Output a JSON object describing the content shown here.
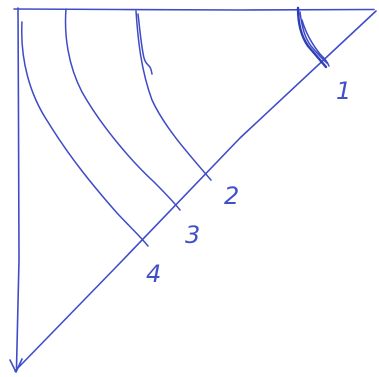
{
  "diagram": {
    "labels": [
      "1",
      "2",
      "3",
      "4"
    ],
    "stroke_color": "#3f4cc8"
  }
}
